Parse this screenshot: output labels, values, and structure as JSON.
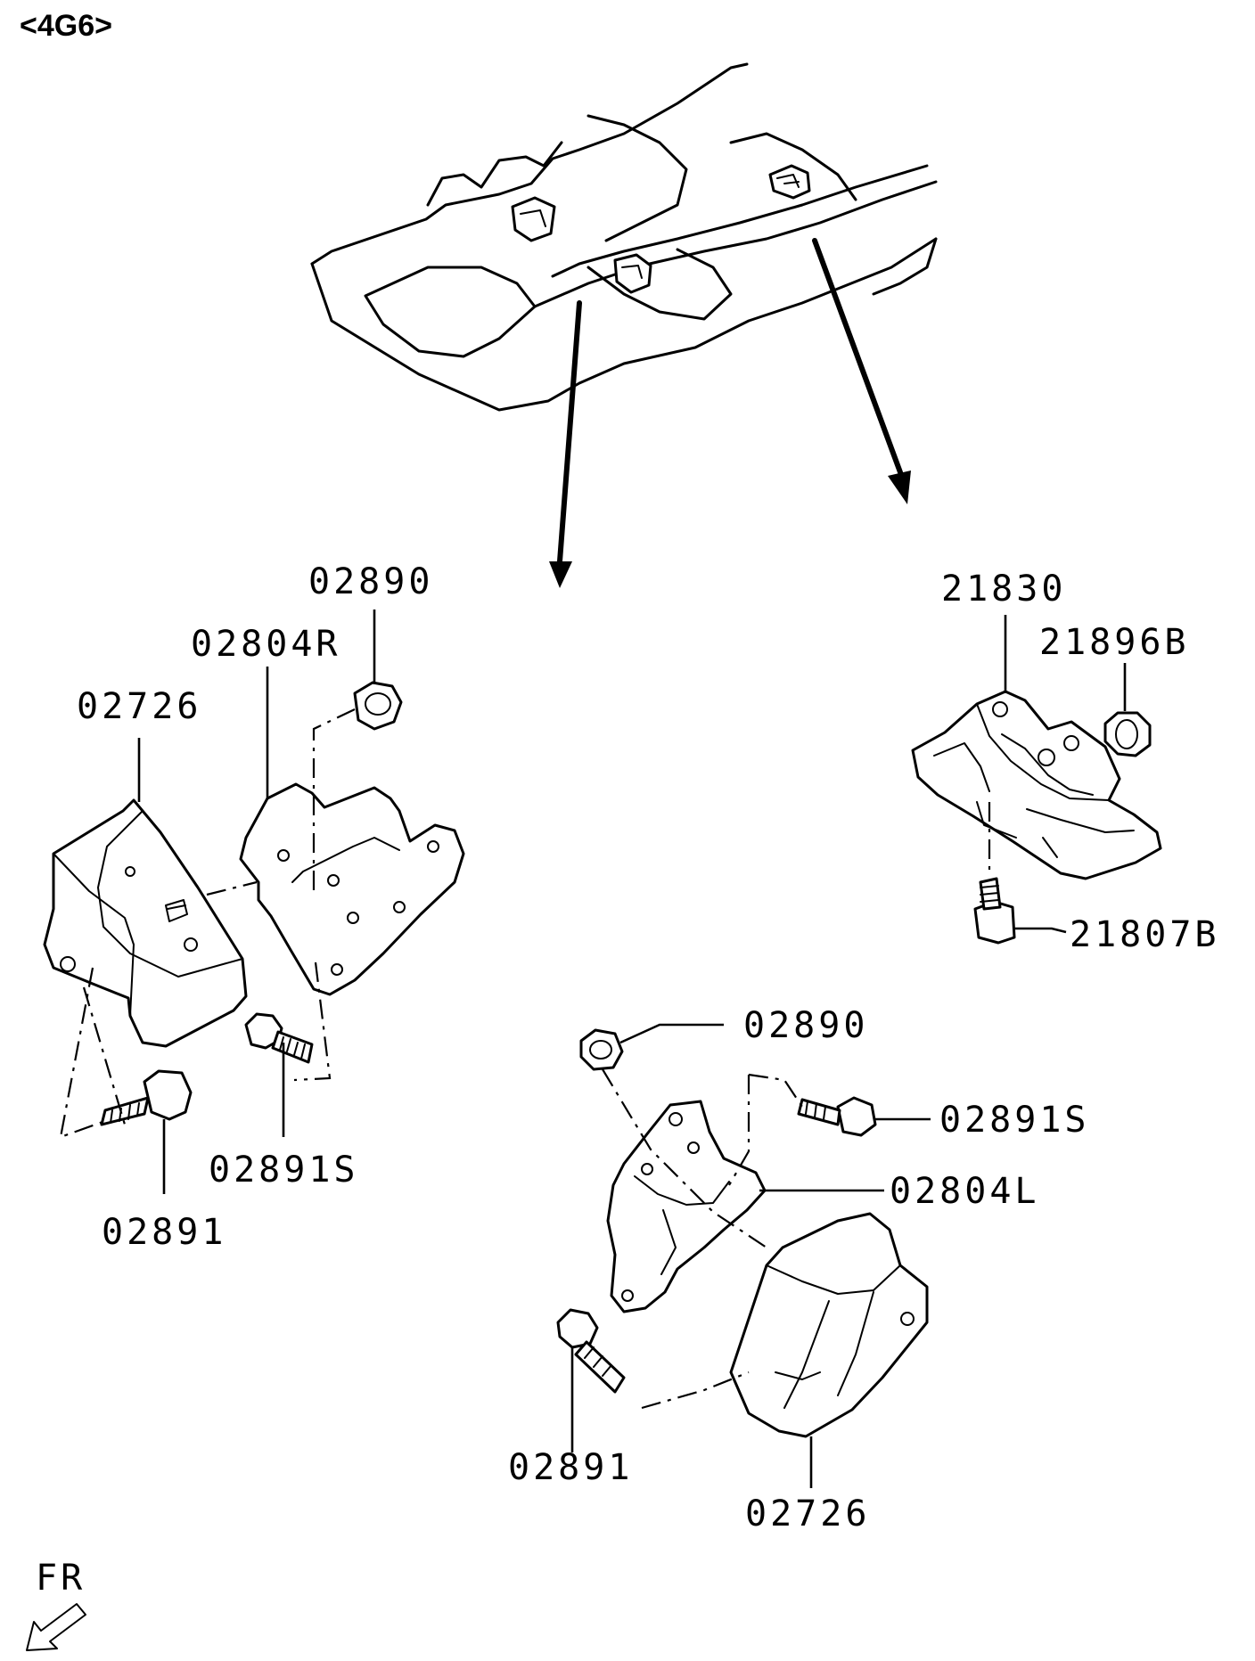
{
  "header": {
    "engine_code": "<4G6>"
  },
  "direction": {
    "label": "FR"
  },
  "parts": {
    "left_nut": "02890",
    "right_bracket": "02804R",
    "left_insulator": "02726",
    "left_bolt_small": "02891S",
    "left_bolt": "02891",
    "rear_insulator": "21830",
    "rear_nut": "21896B",
    "rear_bolt": "21807B",
    "lower_nut": "02890",
    "lower_bolt_small": "02891S",
    "left_bracket": "02804L",
    "lower_bolt": "02891",
    "lower_insulator": "02726"
  }
}
